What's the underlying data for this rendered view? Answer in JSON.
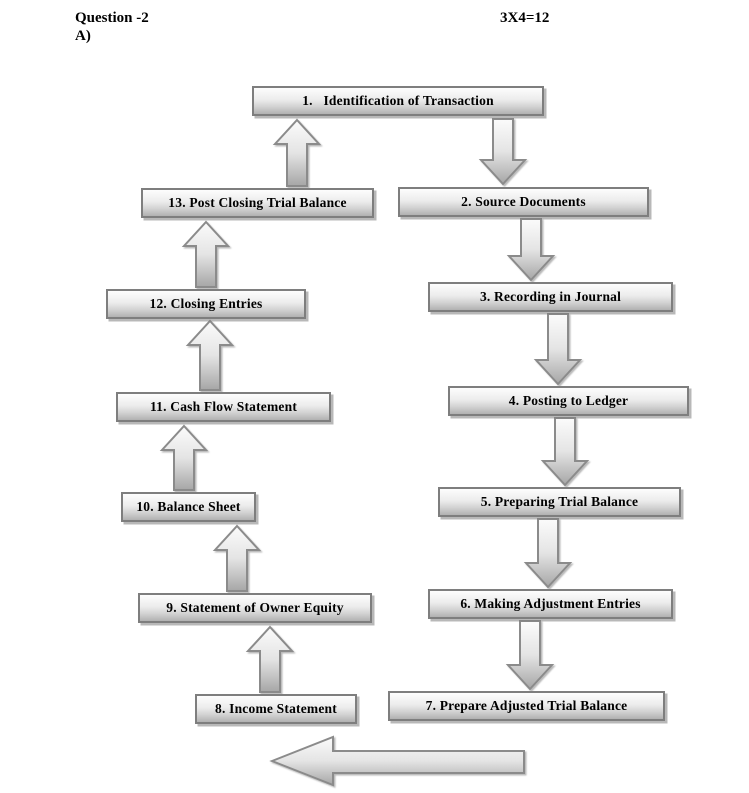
{
  "header": {
    "question": "Question -2",
    "part": "A)",
    "marks": "3X4=12"
  },
  "flowchart": {
    "boxes": [
      {
        "label": "1.   Identification of Transaction"
      },
      {
        "label": "2. Source Documents"
      },
      {
        "label": "3. Recording in Journal"
      },
      {
        "label": "4. Posting to Ledger"
      },
      {
        "label": "5. Preparing Trial Balance"
      },
      {
        "label": "6. Making Adjustment Entries"
      },
      {
        "label": "7. Prepare Adjusted Trial Balance"
      },
      {
        "label": "8. Income Statement"
      },
      {
        "label": "9. Statement of Owner Equity"
      },
      {
        "label": "10. Balance Sheet"
      },
      {
        "label": "11. Cash Flow Statement"
      },
      {
        "label": "12. Closing Entries"
      },
      {
        "label": "13. Post Closing Trial Balance"
      }
    ],
    "arrows": [
      {
        "name": "arrow-1-to-2",
        "direction": "down"
      },
      {
        "name": "arrow-2-to-3",
        "direction": "down"
      },
      {
        "name": "arrow-3-to-4",
        "direction": "down"
      },
      {
        "name": "arrow-4-to-5",
        "direction": "down"
      },
      {
        "name": "arrow-5-to-6",
        "direction": "down"
      },
      {
        "name": "arrow-6-to-7",
        "direction": "down"
      },
      {
        "name": "arrow-8-to-9",
        "direction": "up"
      },
      {
        "name": "arrow-9-to-10",
        "direction": "up"
      },
      {
        "name": "arrow-10-to-11",
        "direction": "up"
      },
      {
        "name": "arrow-11-to-12",
        "direction": "up"
      },
      {
        "name": "arrow-12-to-13",
        "direction": "up"
      },
      {
        "name": "arrow-13-to-1",
        "direction": "up"
      },
      {
        "name": "arrow-bottom-return",
        "direction": "left"
      }
    ],
    "colors": {
      "box_fill_top": "#fdfdfd",
      "box_fill_bottom": "#b1b1b1",
      "box_border": "#7e7e7e",
      "arrow_border": "#8b8b8b",
      "text": "#000000"
    }
  }
}
